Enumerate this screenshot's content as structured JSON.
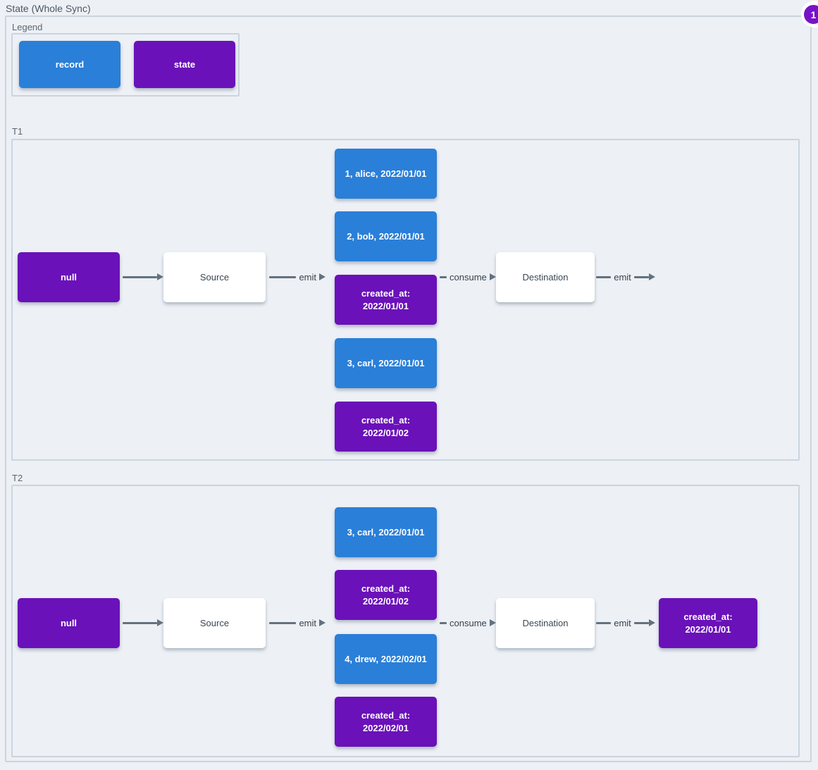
{
  "title": "State (Whole Sync)",
  "badge": {
    "value": "1",
    "color": "#7713c6"
  },
  "colors": {
    "record": "#2a7fd8",
    "state": "#6a11b9",
    "background": "#edf0f5",
    "panel_border": "#cbd4dd",
    "arrow": "#64717f",
    "node_background": "#ffffff",
    "node_text": "#3b4754"
  },
  "legend": {
    "label": "Legend",
    "items": [
      {
        "label": "record",
        "type": "record"
      },
      {
        "label": "state",
        "type": "state"
      }
    ]
  },
  "sections": [
    {
      "label": "T1",
      "flow": {
        "initial": "null",
        "source": "Source",
        "emit_in": "emit",
        "consume": "consume",
        "destination": "Destination",
        "emit_out": "emit",
        "queue": [
          {
            "text": "1, alice, 2022/01/01",
            "type": "record"
          },
          {
            "text": "2, bob, 2022/01/01",
            "type": "record"
          },
          {
            "text": "created_at: 2022/01/01",
            "type": "state"
          },
          {
            "text": "3, carl, 2022/01/01",
            "type": "record"
          },
          {
            "text": "created_at: 2022/01/02",
            "type": "state"
          }
        ]
      }
    },
    {
      "label": "T2",
      "flow": {
        "initial": "null",
        "source": "Source",
        "emit_in": "emit",
        "consume": "consume",
        "destination": "Destination",
        "emit_out": "emit",
        "queue": [
          {
            "text": "3, carl, 2022/01/01",
            "type": "record"
          },
          {
            "text": "created_at: 2022/01/02",
            "type": "state"
          },
          {
            "text": "4, drew, 2022/02/01",
            "type": "record"
          },
          {
            "text": "created_at: 2022/02/01",
            "type": "state"
          }
        ],
        "output_state": {
          "text": "created_at: 2022/01/01",
          "type": "state"
        }
      }
    }
  ]
}
